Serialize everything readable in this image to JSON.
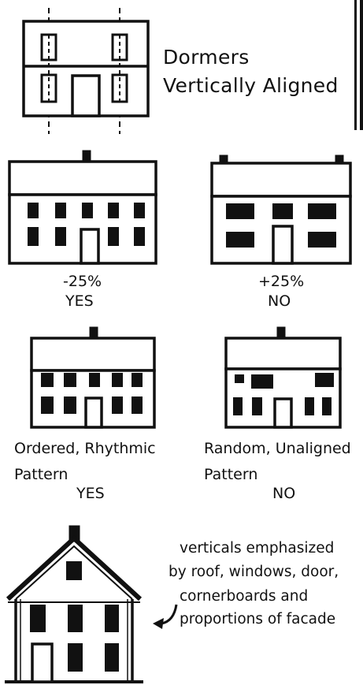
{
  "panel_dormers": {
    "label_line1": "Dormers",
    "label_line2": "Vertically Aligned"
  },
  "panel_proportion": {
    "left": {
      "percent": "-25%",
      "verdict": "YES"
    },
    "right": {
      "percent": "+25%",
      "verdict": "NO"
    }
  },
  "panel_pattern": {
    "left": {
      "line1": "Ordered, Rhythmic",
      "line2": "Pattern",
      "verdict": "YES"
    },
    "right": {
      "line1": "Random, Unaligned",
      "line2": "Pattern",
      "verdict": "NO"
    }
  },
  "panel_verticals": {
    "line1": "verticals emphasized",
    "line2": "by roof, windows, door,",
    "line3": "cornerboards and",
    "line4": "proportions of facade"
  },
  "colors": {
    "ink": "#111111",
    "background": "#ffffff"
  }
}
